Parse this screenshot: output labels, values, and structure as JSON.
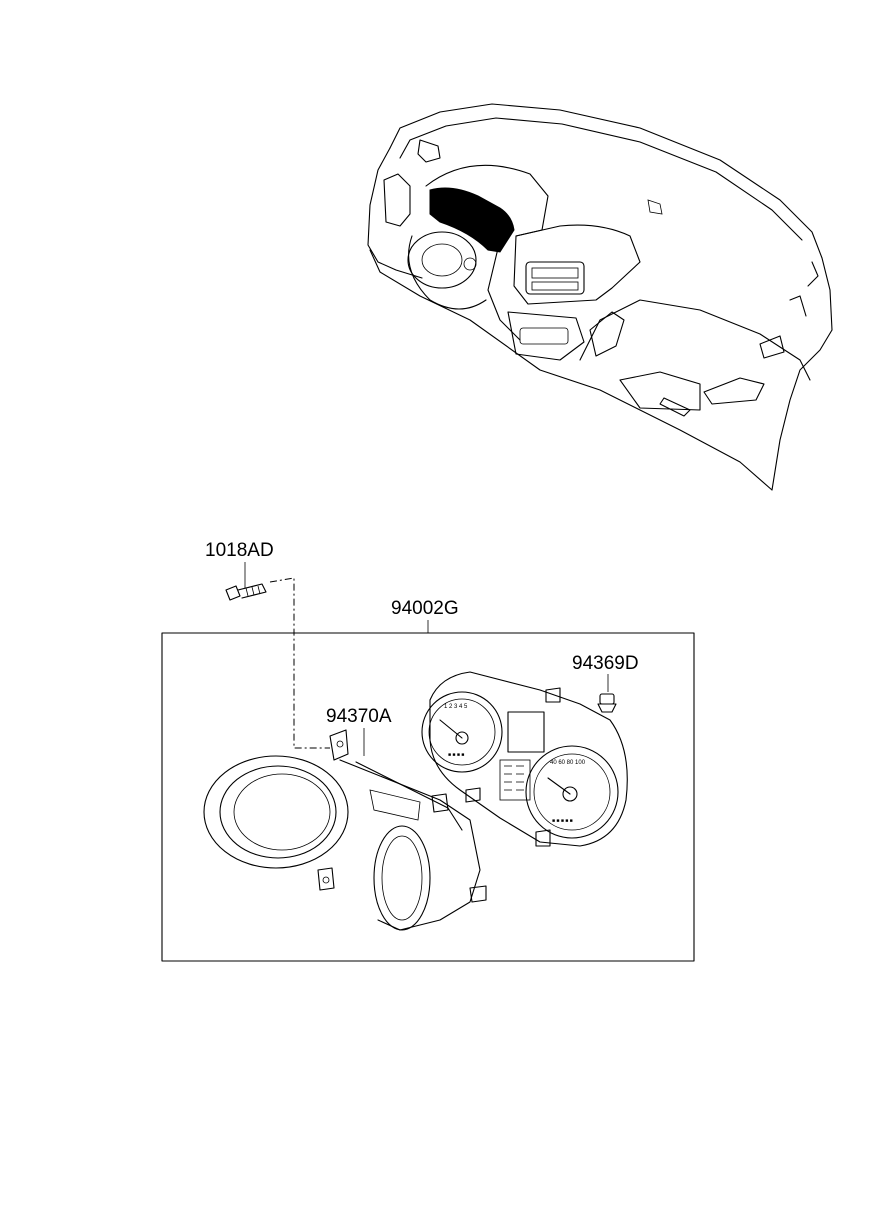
{
  "diagram": {
    "labels": {
      "bolt": "1018AD",
      "assembly": "94002G",
      "bulb": "94369D",
      "bezel": "94370A"
    },
    "colors": {
      "line": "#000000",
      "background": "#ffffff"
    }
  }
}
